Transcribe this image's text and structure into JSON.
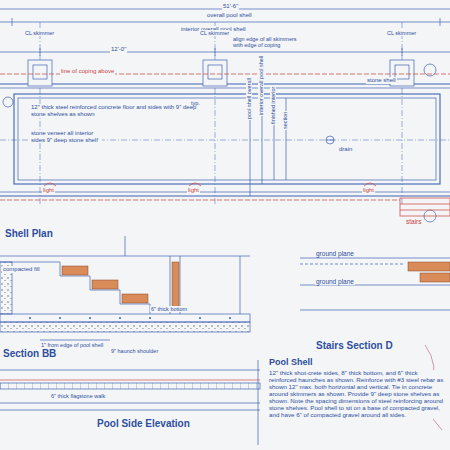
{
  "diagram": {
    "labels": [
      "51'-6\"",
      "overall pool shell",
      "interior overall pool shell",
      "CL skimmer",
      "CL skimmer",
      "CL skimmer",
      "align edge of all skimmers with edge of coping",
      "line of coping above",
      "stone shell",
      "12'-0\"",
      "12\" thick steel reinforced concrete floor and sides with 9\" deep stone shelves as shown",
      "stone veneer all interior sides 9\" deep stone shelf",
      "pool shell overall",
      "interior overall pool shell",
      "finished interior",
      "section",
      "drain",
      "light",
      "light",
      "light",
      "typ.",
      "stairs",
      "Shell Plan",
      "compacted fill",
      "ground plane",
      "ground plane",
      "6\" thick bottom",
      "1\" from edge of pool shell",
      "9\" haunch shoulder",
      "Section BB",
      "Stairs Section D",
      "6\" thick flagstone walk",
      "Pool Side Elevation",
      "Pool Shell",
      "12\" thick shot-crete sides, 8\" thick bottom, and 6\" thick reinforced haunches as shown. Reinforce with #3 steel rebar as shown 12\" max. both horizontal and vertical. Tie in concrete around skimmers as shown. Provide 9\" deep stone shelves as shown. Note the spacing dimensions of steel reinforcing around stone shelves. Pool shell to sit on a base of compacted gravel, and have 6\" of compacted gravel around all sides."
    ]
  }
}
